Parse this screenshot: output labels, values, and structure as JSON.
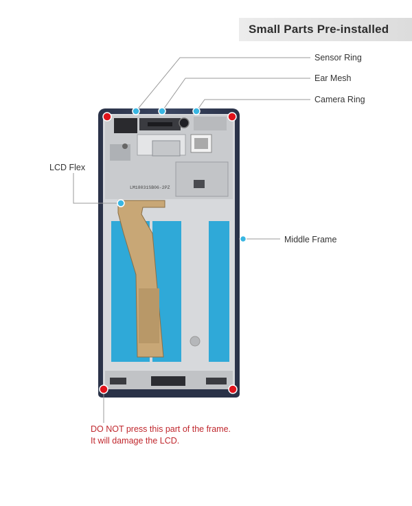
{
  "banner": {
    "title": "Small Parts Pre-installed"
  },
  "callouts": {
    "sensor_ring": "Sensor Ring",
    "ear_mesh": "Ear Mesh",
    "camera_ring": "Camera Ring",
    "lcd_flex": "LCD Flex",
    "middle_frame": "Middle Frame"
  },
  "board_labels": {
    "serial": "LM18031SB06-2PZ"
  },
  "warning": {
    "line1": "DO NOT press this part of the frame.",
    "line2": "It will damage the LCD."
  },
  "colors": {
    "callout_dot": "#39b6e2",
    "warning_dot": "#e0131b",
    "warning_text": "#c0272d",
    "blue_film": "#2fa9d8",
    "frame_edge": "#2b3348"
  }
}
